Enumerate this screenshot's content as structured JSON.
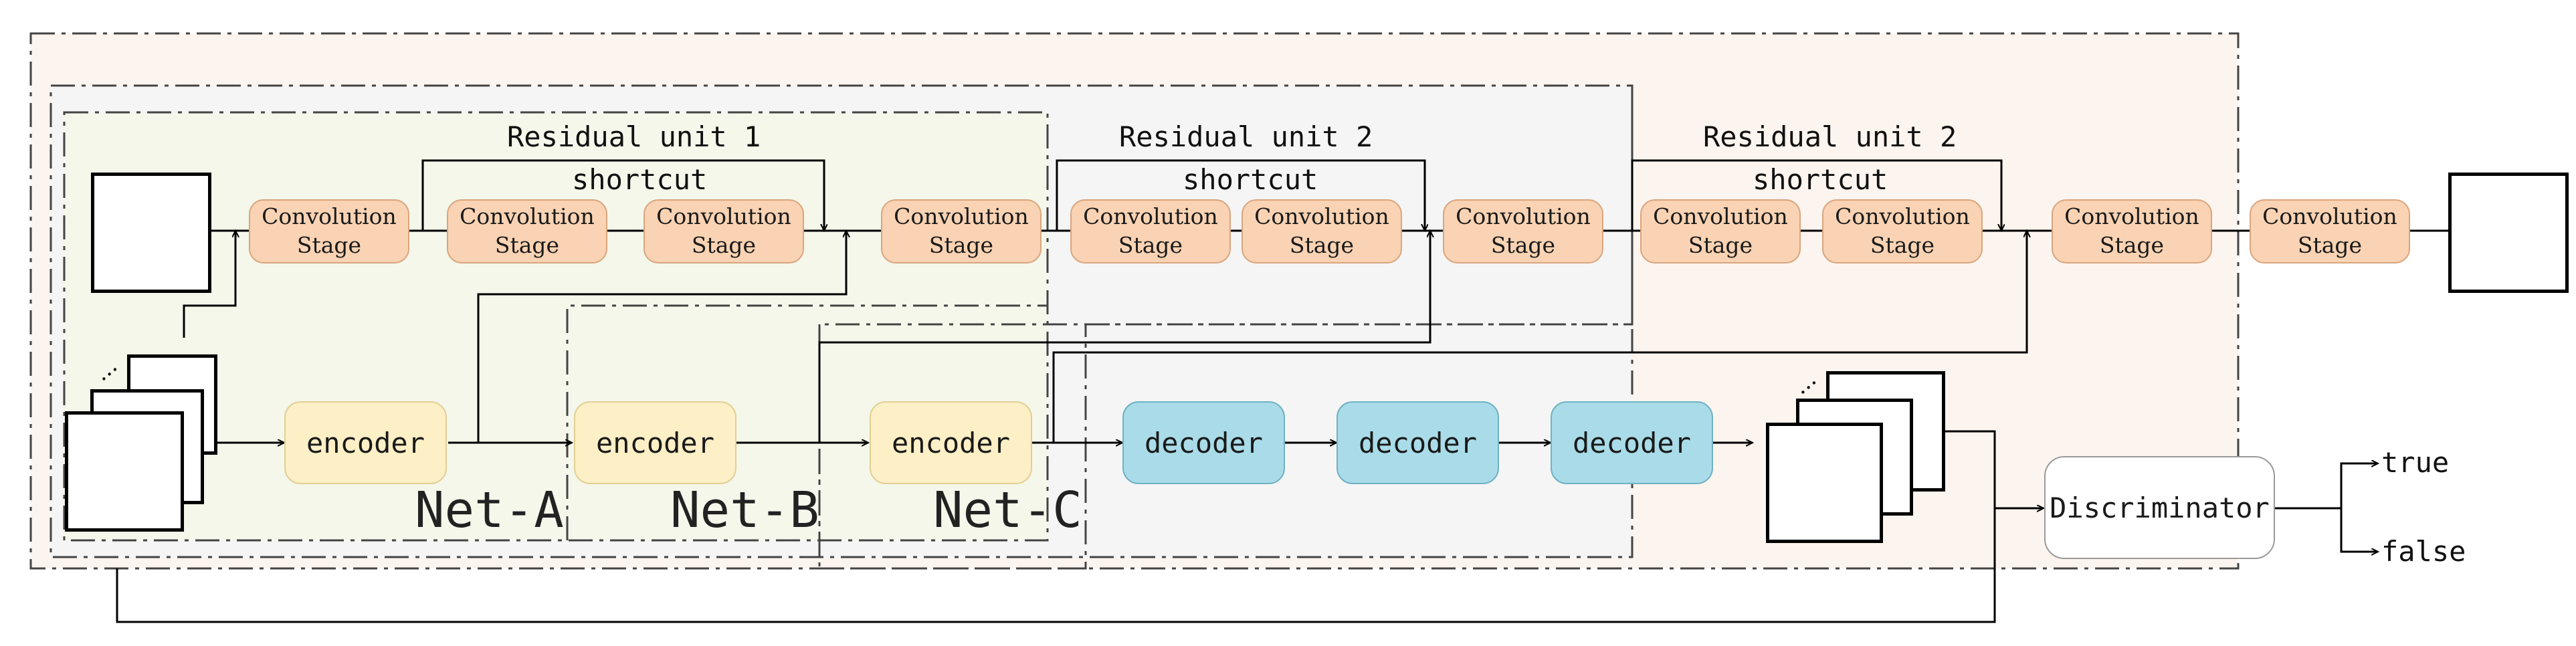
{
  "residual_units": {
    "unit1": {
      "title": "Residual unit 1",
      "shortcut": "shortcut"
    },
    "unit2a": {
      "title": "Residual unit 2",
      "shortcut": "shortcut"
    },
    "unit2b": {
      "title": "Residual unit 2",
      "shortcut": "shortcut"
    }
  },
  "conv_stage": {
    "line1": "Convolution",
    "line2": "Stage"
  },
  "encoder_label": "encoder",
  "decoder_label": "decoder",
  "discriminator_label": "Discriminator",
  "outputs": {
    "true": "true",
    "false": "false"
  },
  "nets": {
    "a": "Net-A",
    "b": "Net-B",
    "c": "Net-C"
  },
  "colors": {
    "conv_fill": "#f9d3b3",
    "encoder_fill": "#fdefc6",
    "decoder_fill": "#a9dce8",
    "net_a_bg": "#f4f7ea",
    "net_b_bg": "#f5f5f5",
    "net_c_bg": "#fcf4ee"
  }
}
